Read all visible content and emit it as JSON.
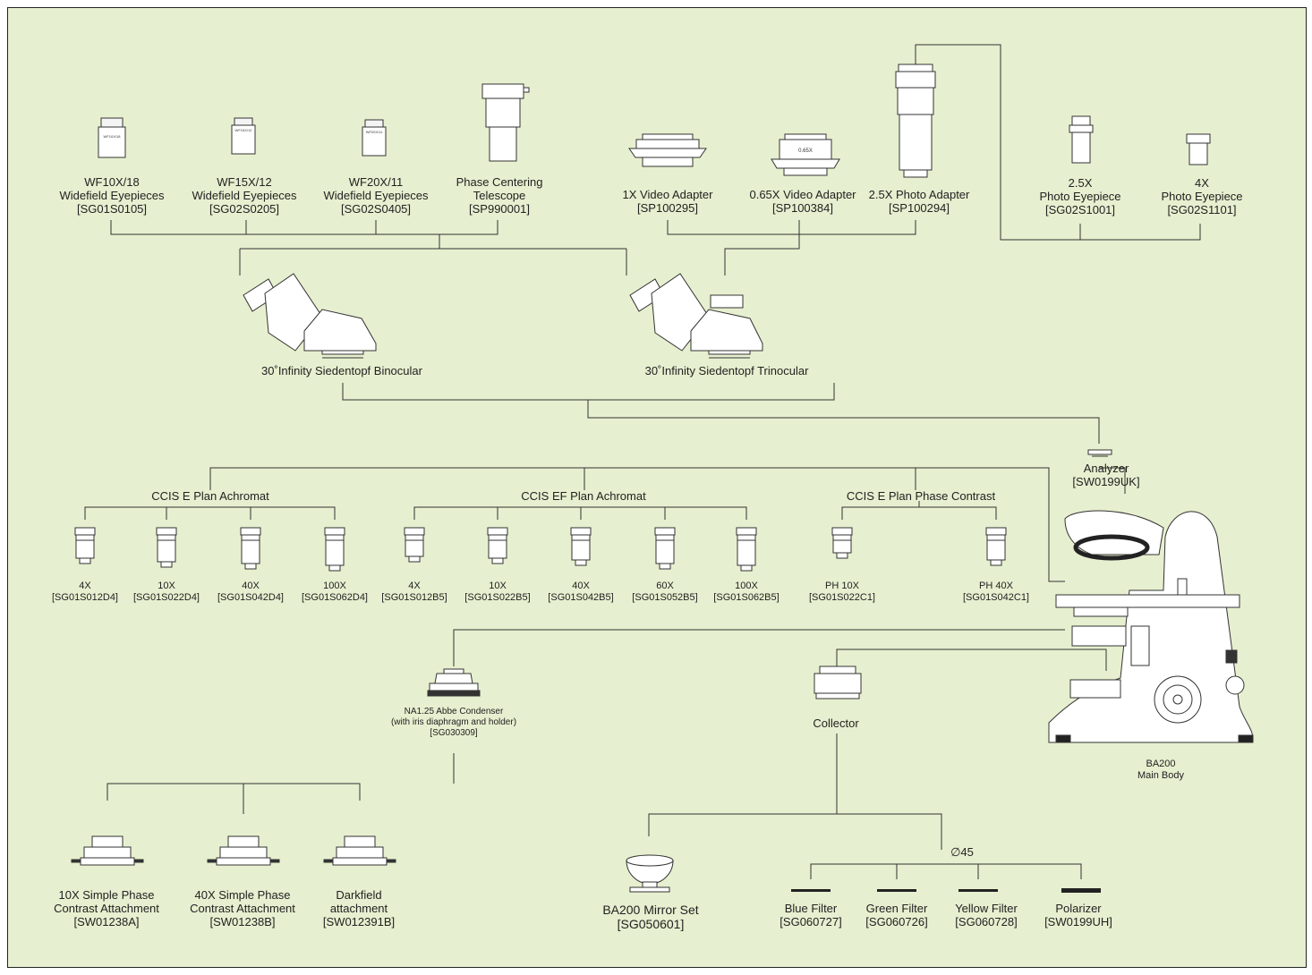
{
  "colors": {
    "background": "#e6efcf",
    "line": "#333333",
    "part": "#ffffff"
  },
  "eyepieces": [
    {
      "line1": "WF10X/18",
      "line2": "Widefield Eyepieces",
      "code": "[SG01S0105]",
      "marking": "WF10X/18"
    },
    {
      "line1": "WF15X/12",
      "line2": "Widefield Eyepieces",
      "code": "[SG02S0205]",
      "marking": "WF15X/12"
    },
    {
      "line1": "WF20X/11",
      "line2": "Widefield Eyepieces",
      "code": "[SG02S0405]",
      "marking": "WF20X/11"
    }
  ],
  "telescope": {
    "line1": "Phase Centering",
    "line2": "Telescope",
    "code": "[SP990001]"
  },
  "adapters": [
    {
      "label": "1X Video Adapter",
      "code": "[SP100295]"
    },
    {
      "label": "0.65X Video Adapter",
      "code": "[SP100384]",
      "marking": "0.65X"
    },
    {
      "label": "2.5X Photo Adapter",
      "code": "[SP100294]"
    }
  ],
  "photo_eyepieces": [
    {
      "line1": "2.5X",
      "line2": "Photo Eyepiece",
      "code": "[SG02S1001]"
    },
    {
      "line1": "4X",
      "line2": "Photo Eyepiece",
      "code": "[SG02S1101]"
    }
  ],
  "heads": {
    "binocular": "30˚Infinity Siedentopf Binocular",
    "trinocular": "30˚Infinity Siedentopf Trinocular"
  },
  "analyzer": {
    "label": "Analyzer",
    "code": "[SW0199UK]"
  },
  "objective_groups": [
    {
      "title": "CCIS E Plan Achromat",
      "items": [
        {
          "mag": "4X",
          "code": "[SG01S012D4]"
        },
        {
          "mag": "10X",
          "code": "[SG01S022D4]"
        },
        {
          "mag": "40X",
          "code": "[SG01S042D4]"
        },
        {
          "mag": "100X",
          "code": "[SG01S062D4]"
        }
      ]
    },
    {
      "title": "CCIS EF Plan Achromat",
      "items": [
        {
          "mag": "4X",
          "code": "[SG01S012B5]"
        },
        {
          "mag": "10X",
          "code": "[SG01S022B5]"
        },
        {
          "mag": "40X",
          "code": "[SG01S042B5]"
        },
        {
          "mag": "60X",
          "code": "[SG01S052B5]"
        },
        {
          "mag": "100X",
          "code": "[SG01S062B5]"
        }
      ]
    },
    {
      "title": "CCIS E Plan Phase Contrast",
      "items": [
        {
          "mag": "PH 10X",
          "code": "[SG01S022C1]"
        },
        {
          "mag": "PH 40X",
          "code": "[SG01S042C1]"
        }
      ]
    }
  ],
  "condenser": {
    "line1": "NA1.25 Abbe Condenser",
    "line2": "(with iris diaphragm and holder)",
    "code": "[SG030309]"
  },
  "attachments": [
    {
      "line1": "10X Simple Phase",
      "line2": "Contrast Attachment",
      "code": "[SW01238A]"
    },
    {
      "line1": "40X Simple Phase",
      "line2": "Contrast Attachment",
      "code": "[SW01238B]"
    },
    {
      "line1": "Darkfield",
      "line2": "attachment",
      "code": "[SW012391B]"
    }
  ],
  "collector": {
    "label": "Collector"
  },
  "mirror": {
    "label": "BA200 Mirror Set",
    "code": "[SG050601]"
  },
  "filter_diameter": "∅45",
  "filters": [
    {
      "label": "Blue Filter",
      "code": "[SG060727]"
    },
    {
      "label": "Green Filter",
      "code": "[SG060726]"
    },
    {
      "label": "Yellow Filter",
      "code": "[SG060728]"
    },
    {
      "label": "Polarizer",
      "code": "[SW0199UH]"
    }
  ],
  "main_body": {
    "line1": "BA200",
    "line2": "Main Body"
  }
}
